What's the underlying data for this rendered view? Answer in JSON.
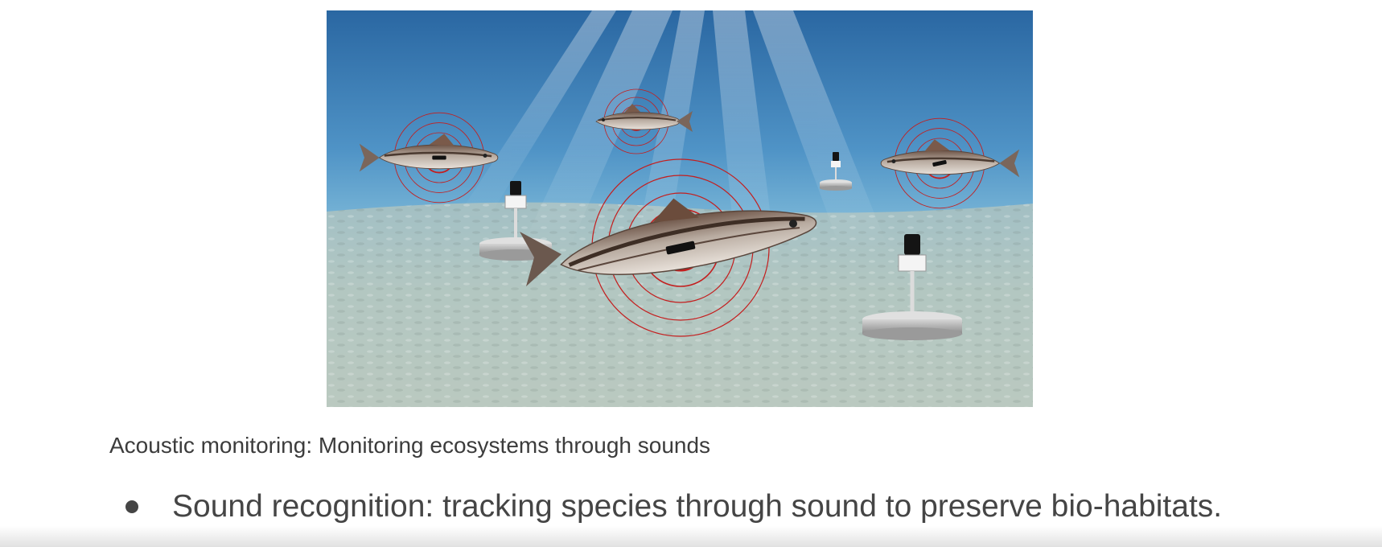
{
  "slide": {
    "caption": "Acoustic monitoring: Monitoring ecosystems through sounds",
    "bullets": [
      "Sound recognition: tracking species through sound to preserve bio-habitats."
    ]
  },
  "illustration": {
    "fish_count": 4,
    "hydrophone_count": 3,
    "colors": {
      "water_top": "#2f6fa8",
      "water_mid": "#5fa3cf",
      "seabed": "#b9c7bf",
      "signal_ring": "#c41e1e",
      "fish_body": "#9a8c82",
      "fish_stripe": "#4b3a30"
    }
  }
}
